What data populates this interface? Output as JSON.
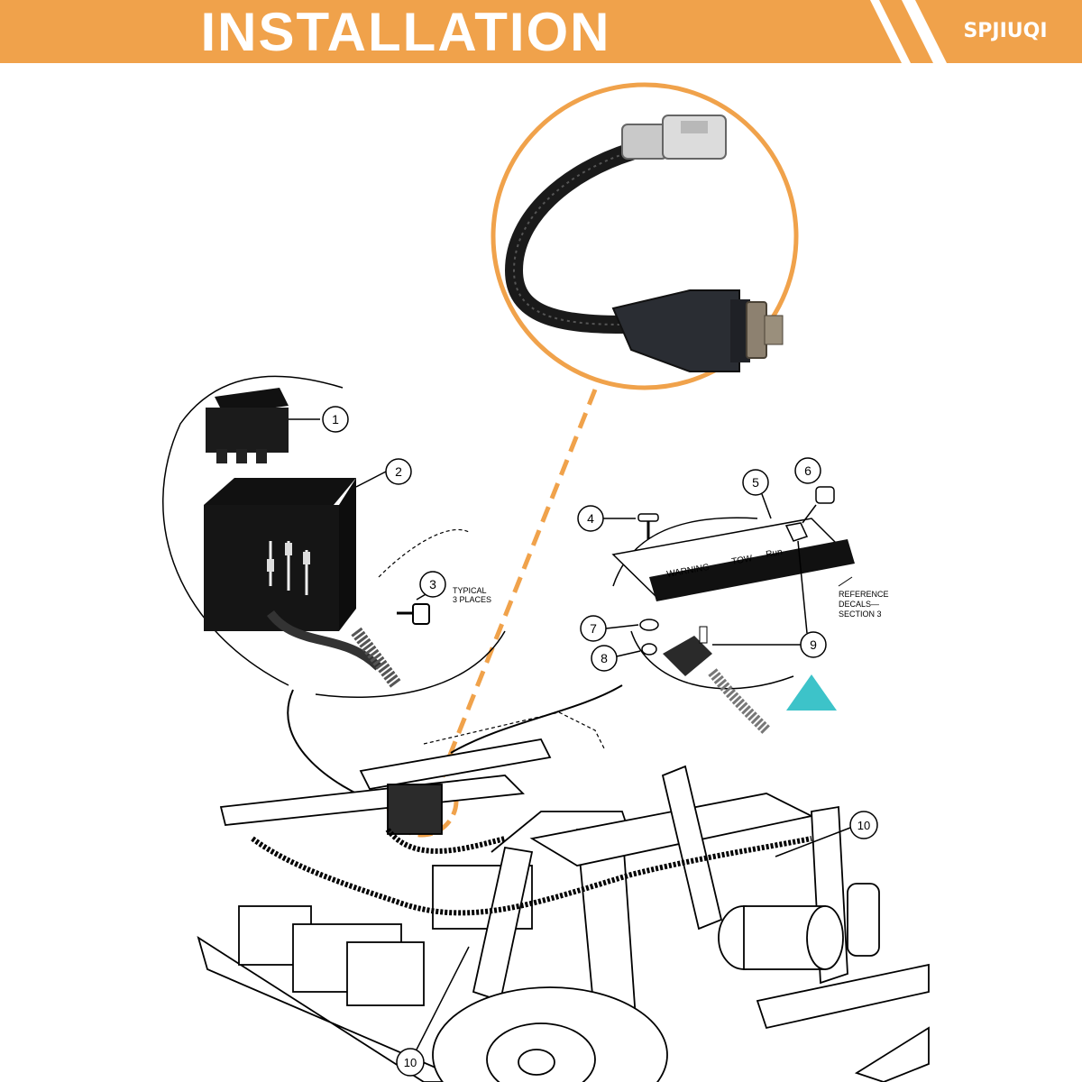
{
  "banner": {
    "title": "INSTALLATION",
    "brand": "SPJIUQI",
    "color": "#F0A24B"
  },
  "callouts": {
    "c1": "1",
    "c2": "2",
    "c3": "3",
    "c3_note_line1": "TYPICAL",
    "c3_note_line2": "3 PLACES",
    "c4": "4",
    "c5": "5",
    "c6": "6",
    "c7": "7",
    "c8": "8",
    "c9": "9",
    "c10_top": "10",
    "c10_bottom": "10"
  },
  "decal": {
    "warning": "WARNING",
    "tow": "TOW",
    "run": "Run",
    "ref_line1": "REFERENCE",
    "ref_line2": "DECALS—",
    "ref_line3": "SECTION 3"
  },
  "colors": {
    "accent": "#F0A24B",
    "warning_triangle": "#3DC3C9",
    "line": "#000000"
  },
  "icons": [
    "toggle-switch-harness-photo",
    "rocker-switch",
    "warning-triangle-icon"
  ]
}
